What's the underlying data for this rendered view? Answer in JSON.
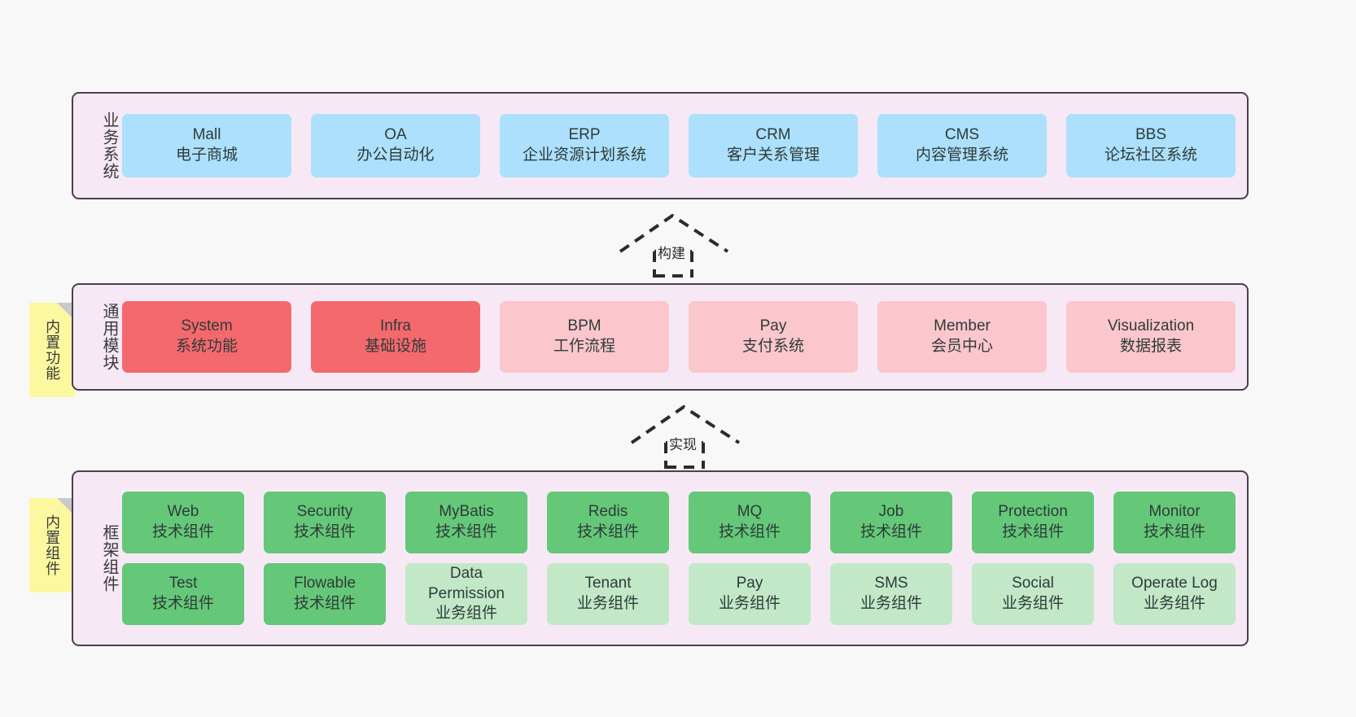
{
  "diagram": {
    "background_color": "#f8f8f8",
    "layer_bg_color": "#f6e9f5",
    "layer_border_color": "#4a4050"
  },
  "layers": [
    {
      "id": "business-systems",
      "title": "业务系统",
      "card_color": "#ace0fd",
      "cards": [
        {
          "en": "Mall",
          "cn": "电子商城"
        },
        {
          "en": "OA",
          "cn": "办公自动化"
        },
        {
          "en": "ERP",
          "cn": "企业资源计划系统"
        },
        {
          "en": "CRM",
          "cn": "客户关系管理"
        },
        {
          "en": "CMS",
          "cn": "内容管理系统"
        },
        {
          "en": "BBS",
          "cn": "论坛社区系统"
        }
      ]
    },
    {
      "id": "common-modules",
      "title": "通用模块",
      "sticky": "内置功能",
      "sticky_color": "#fbf8a0",
      "cards": [
        {
          "en": "System",
          "cn": "系统功能",
          "color": "#f4696e"
        },
        {
          "en": "Infra",
          "cn": "基础设施",
          "color": "#f4696e"
        },
        {
          "en": "BPM",
          "cn": "工作流程",
          "color": "#fcc6cd"
        },
        {
          "en": "Pay",
          "cn": "支付系统",
          "color": "#fcc6cd"
        },
        {
          "en": "Member",
          "cn": "会员中心",
          "color": "#fcc6cd"
        },
        {
          "en": "Visualization",
          "cn": "数据报表",
          "color": "#fcc6cd"
        }
      ]
    },
    {
      "id": "framework-components",
      "title": "框架组件",
      "sticky": "内置组件",
      "sticky_color": "#fbf8a0",
      "row_tech_color": "#64c878",
      "row_biz_color": "#c2e8c8",
      "rows": [
        [
          {
            "en": "Web",
            "cn": "技术组件"
          },
          {
            "en": "Security",
            "cn": "技术组件"
          },
          {
            "en": "MyBatis",
            "cn": "技术组件"
          },
          {
            "en": "Redis",
            "cn": "技术组件"
          },
          {
            "en": "MQ",
            "cn": "技术组件"
          },
          {
            "en": "Job",
            "cn": "技术组件"
          },
          {
            "en": "Protection",
            "cn": "技术组件"
          },
          {
            "en": "Monitor",
            "cn": "技术组件"
          }
        ],
        [
          {
            "en": "Test",
            "cn": "技术组件",
            "color": "#64c878"
          },
          {
            "en": "Flowable",
            "cn": "技术组件",
            "color": "#64c878"
          },
          {
            "en": "Data Permission",
            "cn": "业务组件",
            "color": "#c2e8c8"
          },
          {
            "en": "Tenant",
            "cn": "业务组件",
            "color": "#c2e8c8"
          },
          {
            "en": "Pay",
            "cn": "业务组件",
            "color": "#c2e8c8"
          },
          {
            "en": "SMS",
            "cn": "业务组件",
            "color": "#c2e8c8"
          },
          {
            "en": "Social",
            "cn": "业务组件",
            "color": "#c2e8c8"
          },
          {
            "en": "Operate Log",
            "cn": "业务组件",
            "color": "#c2e8c8"
          }
        ]
      ]
    }
  ],
  "connectors": [
    {
      "id": "build",
      "label": "构建"
    },
    {
      "id": "implement",
      "label": "实现"
    }
  ]
}
